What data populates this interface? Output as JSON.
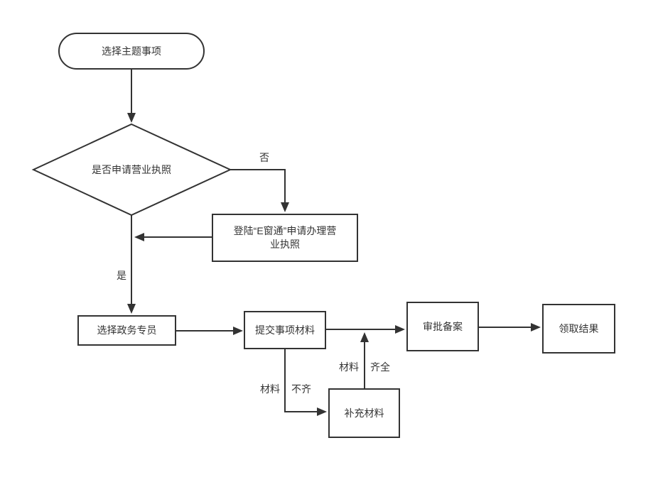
{
  "diagram": {
    "colors": {
      "stroke": "#333333",
      "node_fill": "#ffffff",
      "text": "#333333"
    },
    "nodes": {
      "start": {
        "shape": "stadium",
        "label": "选择主题事项"
      },
      "decision": {
        "shape": "diamond",
        "label": "是否申请营业执照"
      },
      "ewindow": {
        "shape": "rect",
        "label": "登陆“E窗通”申请办理营\n业执照"
      },
      "specialist": {
        "shape": "rect",
        "label": "选择政务专员"
      },
      "submit": {
        "shape": "rect",
        "label": "提交事项材料"
      },
      "approve": {
        "shape": "rect",
        "label": "审批备案"
      },
      "result": {
        "shape": "rect",
        "label": "领取结果"
      },
      "supplement": {
        "shape": "rect",
        "label": "补充材料"
      }
    },
    "edge_labels": {
      "no": "否",
      "yes": "是",
      "materials_incomplete": [
        "材料",
        "不齐"
      ],
      "materials_complete": [
        "材料",
        "齐全"
      ]
    },
    "edges": [
      {
        "from": "start",
        "to": "decision",
        "label": ""
      },
      {
        "from": "decision",
        "to": "ewindow",
        "label": "否"
      },
      {
        "from": "ewindow",
        "to": "specialist",
        "label": ""
      },
      {
        "from": "decision",
        "to": "specialist",
        "label": "是"
      },
      {
        "from": "specialist",
        "to": "submit",
        "label": ""
      },
      {
        "from": "submit",
        "to": "approve",
        "label": ""
      },
      {
        "from": "approve",
        "to": "result",
        "label": ""
      },
      {
        "from": "submit",
        "to": "supplement",
        "label": "材料不齐"
      },
      {
        "from": "supplement",
        "to": "approve",
        "label": "材料齐全"
      }
    ]
  }
}
